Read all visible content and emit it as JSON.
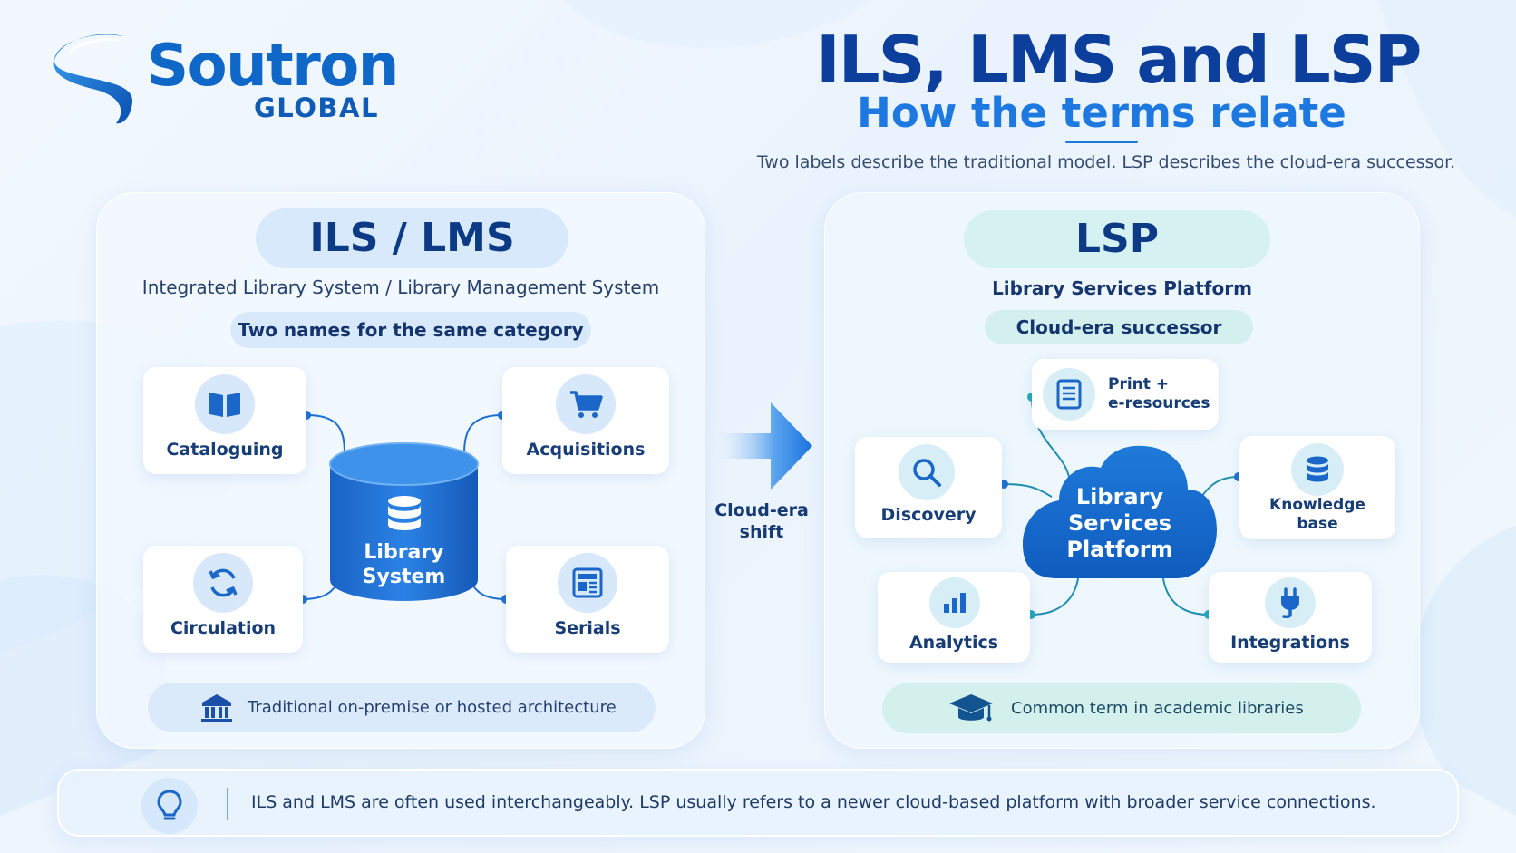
{
  "logo": {
    "name": "Soutron",
    "sub": "GLOBAL"
  },
  "header": {
    "title": "ILS, LMS and LSP",
    "subtitle": "How the terms relate",
    "tagline": "Two labels describe the traditional model. LSP describes the cloud-era successor."
  },
  "left_panel": {
    "title": "ILS / LMS",
    "subtitle": "Integrated Library System / Library Management System",
    "pill": "Two names for the same category",
    "center": {
      "line1": "Library",
      "line2": "System"
    },
    "modules": [
      {
        "label": "Cataloguing",
        "icon": "book-icon"
      },
      {
        "label": "Acquisitions",
        "icon": "cart-icon"
      },
      {
        "label": "Circulation",
        "icon": "refresh-icon"
      },
      {
        "label": "Serials",
        "icon": "newspaper-icon"
      }
    ],
    "footer": "Traditional on-premise or hosted architecture",
    "footer_icon": "building-icon"
  },
  "arrow": {
    "line1": "Cloud-era",
    "line2": "shift"
  },
  "right_panel": {
    "title": "LSP",
    "subtitle": "Library Services Platform",
    "pill": "Cloud-era successor",
    "center": {
      "line1": "Library",
      "line2": "Services",
      "line3": "Platform"
    },
    "modules": [
      {
        "line1": "Print +",
        "line2": "e-resources",
        "icon": "document-icon"
      },
      {
        "label": "Discovery",
        "icon": "search-icon"
      },
      {
        "line1": "Knowledge",
        "line2": "base",
        "icon": "database-icon"
      },
      {
        "label": "Analytics",
        "icon": "bar-chart-icon"
      },
      {
        "label": "Integrations",
        "icon": "plug-icon"
      }
    ],
    "footer": "Common term in academic libraries",
    "footer_icon": "graduation-cap-icon"
  },
  "bottom": {
    "text": "ILS and LMS are often used interchangeably. LSP usually refers to a newer cloud-based platform with broader service connections.",
    "icon": "lightbulb-icon"
  },
  "colors": {
    "primary": "#0f67c8",
    "dark_navy": "#0c3e9b",
    "accent_blue": "#1d78e0",
    "teal": "#20b6b4"
  }
}
